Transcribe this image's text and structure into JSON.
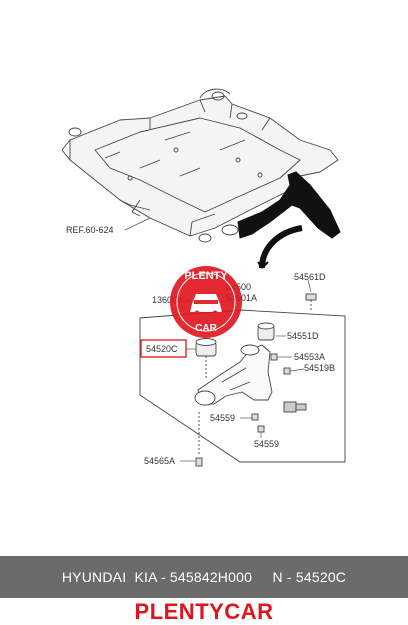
{
  "diagram": {
    "labels": {
      "ref": "REF.60-624",
      "p54561D": "54561D",
      "p54500": "54500",
      "p54501A": "54501A",
      "p1360GK": "1360GK",
      "p54551D": "54551D",
      "p54520C": "54520C",
      "p54553A": "54553A",
      "p54519B": "54519B",
      "p54559a": "54559",
      "p54559b": "54559",
      "p54565A": "54565A"
    }
  },
  "watermark": {
    "top_text": "PLENTY",
    "bottom_text": "CAR",
    "color": "#e0141e"
  },
  "footer": {
    "text": "HYUNDAI  KIA - 545842H000     N - 54520C",
    "bg_color": "#6b6b6b"
  },
  "brand": {
    "text": "PLENTYCAR",
    "color": "#e0141e"
  }
}
